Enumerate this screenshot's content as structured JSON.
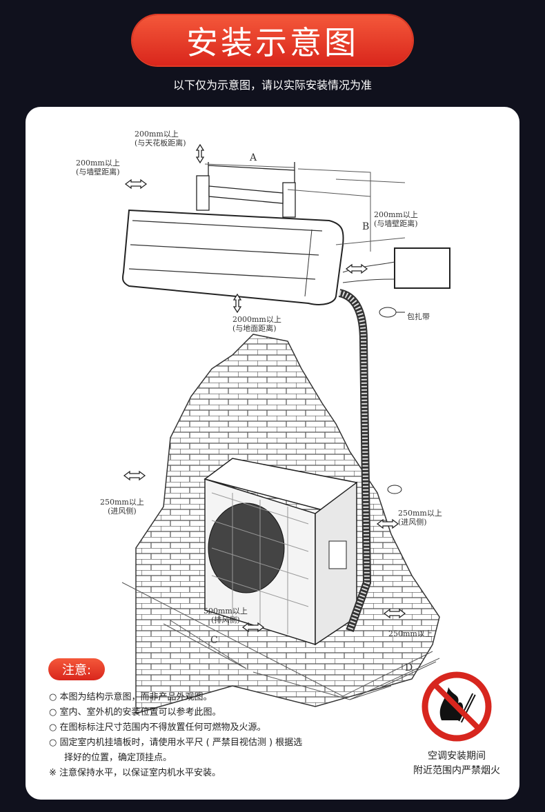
{
  "header": {
    "title": "安装示意图",
    "subtitle": "以下仅为示意图，请以实际安装情况为准"
  },
  "diagram": {
    "ceiling": {
      "dist": "200mm以上",
      "note": "(与天花板距离)"
    },
    "wall_left": {
      "dist": "200mm以上",
      "note": "(与墙壁距离)"
    },
    "wall_right": {
      "dist": "200mm以上",
      "note": "(与墙壁距离)"
    },
    "floor": {
      "dist": "2000mm以上",
      "note": "(与地面距离)"
    },
    "tape": "包扎带",
    "intake_left": {
      "dist": "250mm以上",
      "note": "(进风侧)"
    },
    "intake_right": {
      "dist": "250mm以上",
      "note": "(进风侧)"
    },
    "exhaust": {
      "dist": "500mm以上",
      "note": "(排风侧)"
    },
    "rear": "250mm以上",
    "dim_a": "A",
    "dim_b": "B",
    "dim_c": "C",
    "dim_d": "D"
  },
  "notes": {
    "title": "注意:",
    "items": [
      {
        "bullet": "○",
        "text": "本图为结构示意图，而非产品外观图。"
      },
      {
        "bullet": "○",
        "text": "室内、室外机的安装位置可以参考此图。"
      },
      {
        "bullet": "○",
        "text": "在图标标注尺寸范围内不得放置任何可燃物及火源。"
      },
      {
        "bullet": "○",
        "text": "固定室内机挂墙板时，请使用水平尺 ( 严禁目视估测 ) 根据选"
      },
      {
        "bullet": "",
        "text": "择好的位置，确定顶挂点。"
      },
      {
        "bullet": "※",
        "text": "注意保持水平，以保证室内机水平安装。"
      }
    ]
  },
  "warning": {
    "icon": "no-fire-icon",
    "line1": "空调安装期间",
    "line2": "附近范围内严禁烟火",
    "color": "#d7261e"
  },
  "colors": {
    "accent": "#e5361f",
    "background": "#10111d"
  }
}
